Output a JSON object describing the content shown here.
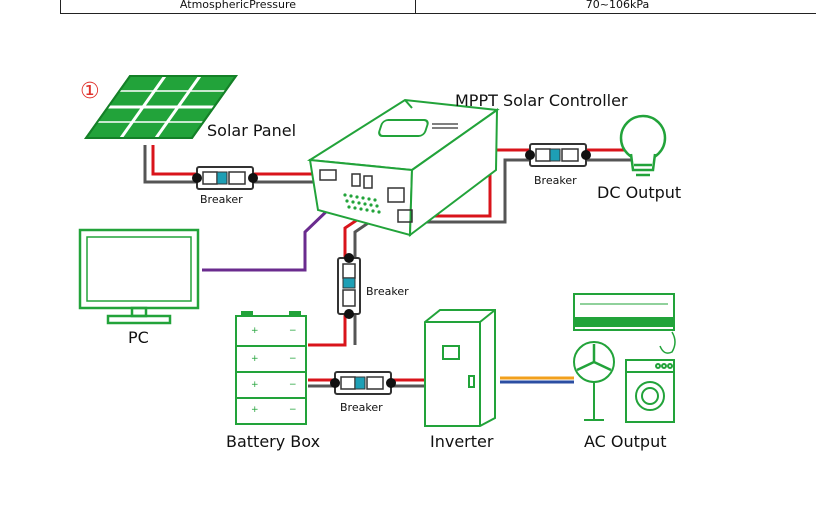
{
  "spec_row": {
    "name": "AtmosphericPressure",
    "value": "70~106kPa"
  },
  "labels": {
    "step_marker": "①",
    "solar_panel": "Solar Panel",
    "controller": "MPPT Solar Controller",
    "dc_output": "DC Output",
    "pc": "PC",
    "battery_box": "Battery Box",
    "inverter": "Inverter",
    "ac_output": "AC Output",
    "breaker": "Breaker"
  },
  "colors": {
    "equipment_green": "#22a33a",
    "positive_wire": "#d9141b",
    "negative_wire": "#555555",
    "data_wire": "#6a2b8e",
    "ac_wire_1": "#f2a01c",
    "ac_wire_2": "#2b4ea2",
    "breaker_accent": "#1e9fb5"
  }
}
